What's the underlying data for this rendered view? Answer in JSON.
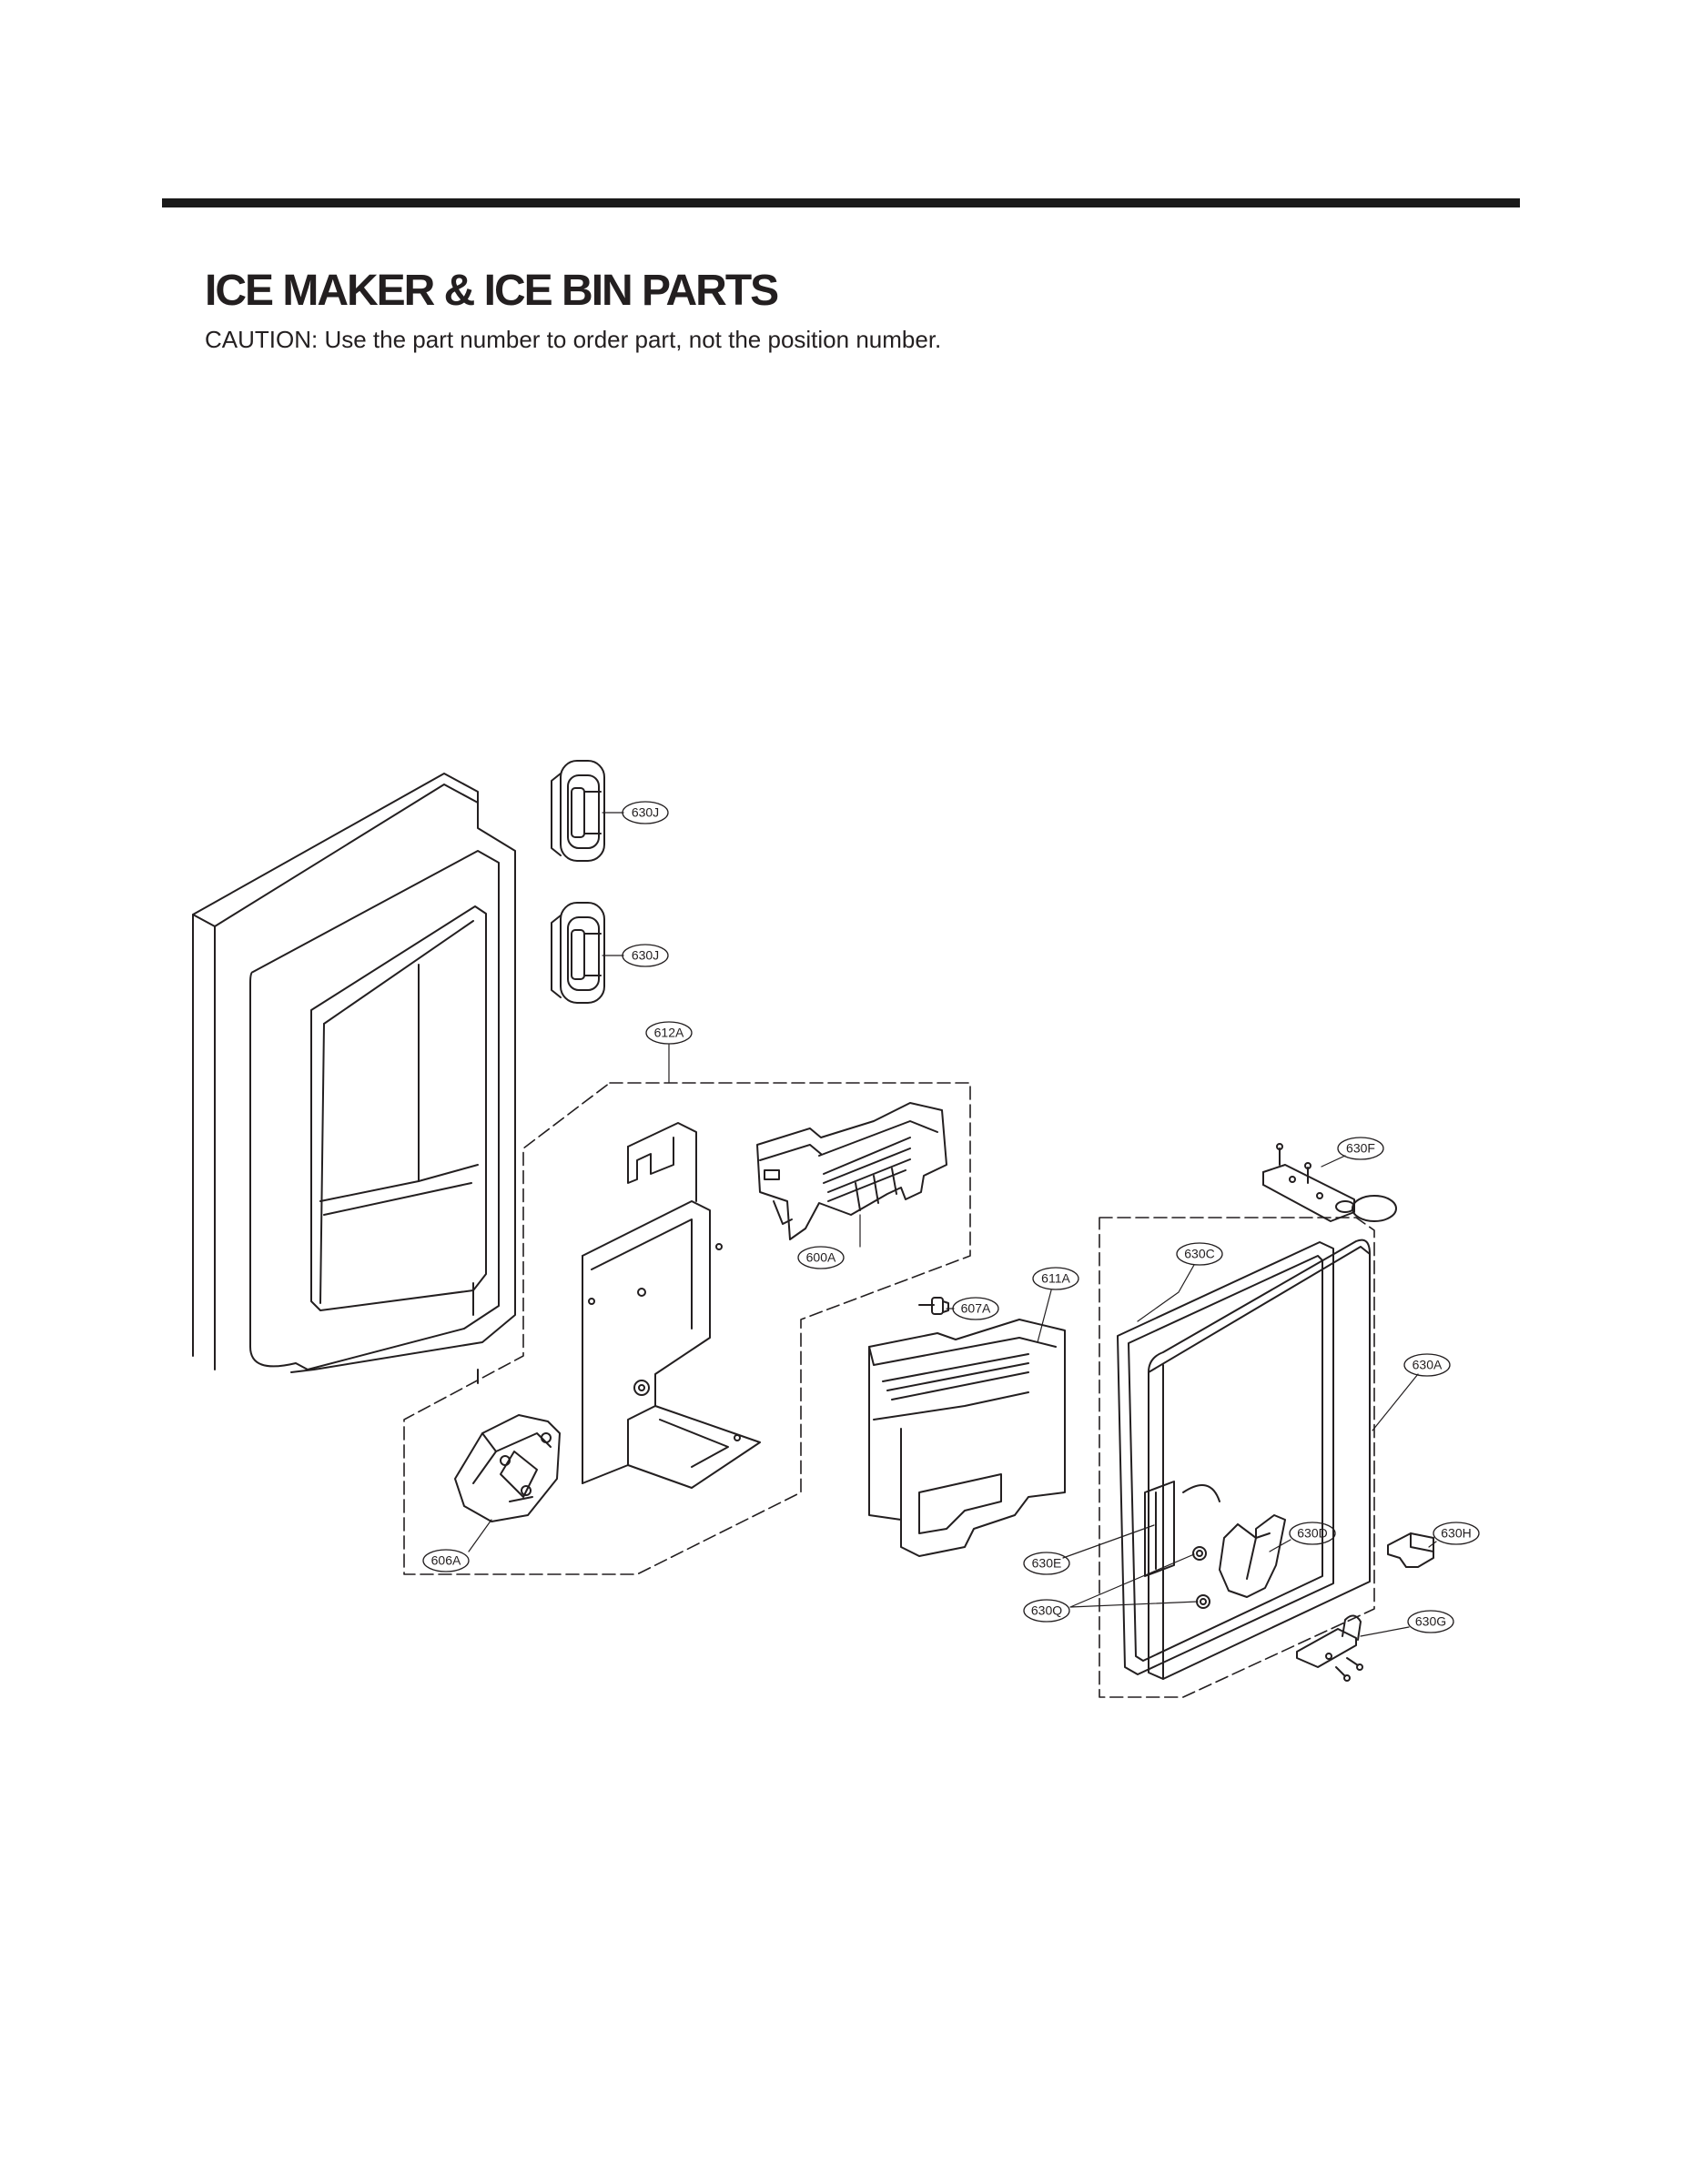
{
  "page": {
    "title": "ICE MAKER & ICE BIN PARTS",
    "caution": "CAUTION: Use the part number to order part, not the position number."
  },
  "callouts": {
    "c630J_1": "630J",
    "c630J_2": "630J",
    "c612A": "612A",
    "c600A": "600A",
    "c607A": "607A",
    "c611A": "611A",
    "c606A": "606A",
    "c630F": "630F",
    "c630C": "630C",
    "c630A": "630A",
    "c630H": "630H",
    "c630D": "630D",
    "c630E": "630E",
    "c630Q": "630Q",
    "c630G": "630G"
  }
}
